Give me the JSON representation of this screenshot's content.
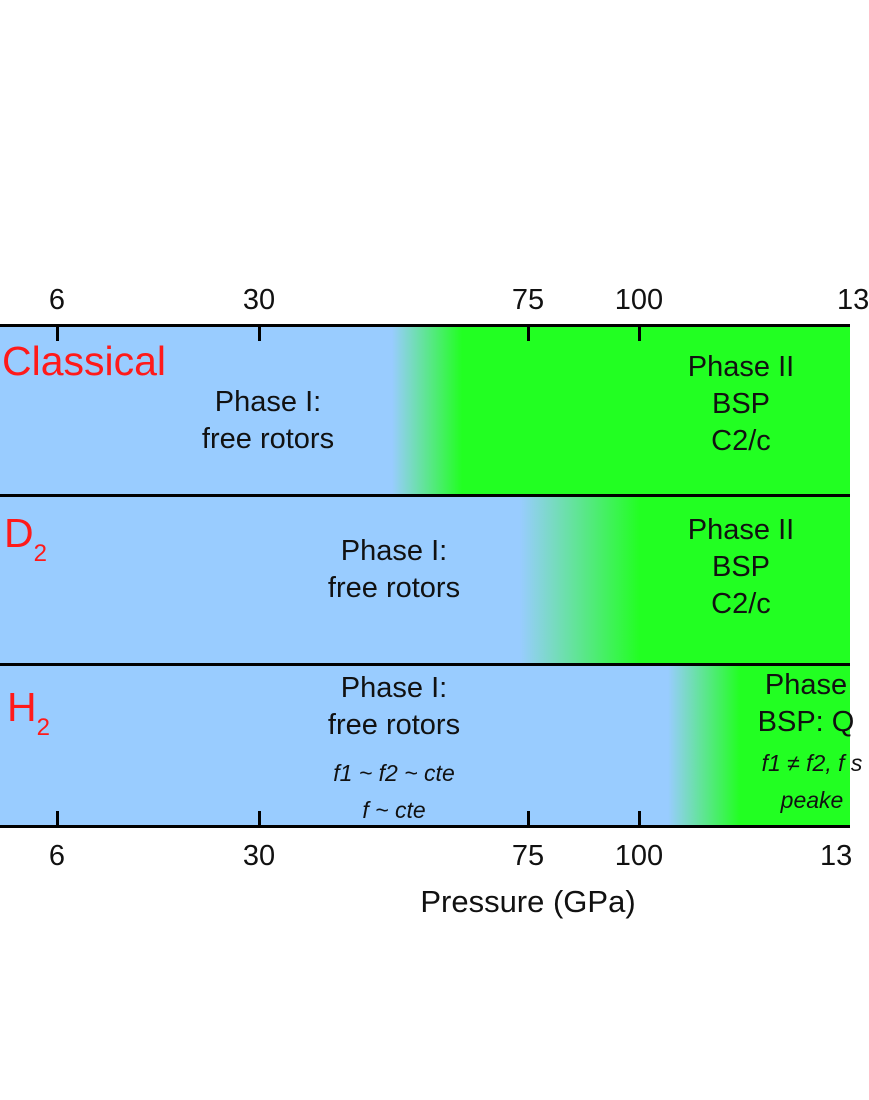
{
  "axis": {
    "ticks": [
      "6",
      "30",
      "75",
      "100",
      "13"
    ],
    "ticks_bottom": [
      "6",
      "30",
      "75",
      "100",
      "13"
    ],
    "title": "Pressure (GPa)"
  },
  "colors": {
    "phase_I": "#99ccff",
    "phase_II": "#22ff22",
    "system_label": "#ff1a1a"
  },
  "bands": [
    {
      "system": "Classical",
      "system_sub": "",
      "phase_I": [
        "Phase I:",
        "free rotors"
      ],
      "phase_II": [
        "Phase II",
        "BSP",
        "C2/c"
      ]
    },
    {
      "system": "D",
      "system_sub": "2",
      "phase_I": [
        "Phase I:",
        "free rotors"
      ],
      "phase_II": [
        "Phase II",
        "BSP",
        "C2/c"
      ]
    },
    {
      "system": "H",
      "system_sub": "2",
      "phase_I": [
        "Phase I:",
        "free rotors"
      ],
      "phase_I_notes": [
        "f1 ~ f2 ~ cte",
        "f ~ cte"
      ],
      "phase_II": [
        "Phase",
        "BSP: Q"
      ],
      "phase_II_notes": [
        "f1 ≠ f2, f s",
        "peake"
      ]
    }
  ]
}
